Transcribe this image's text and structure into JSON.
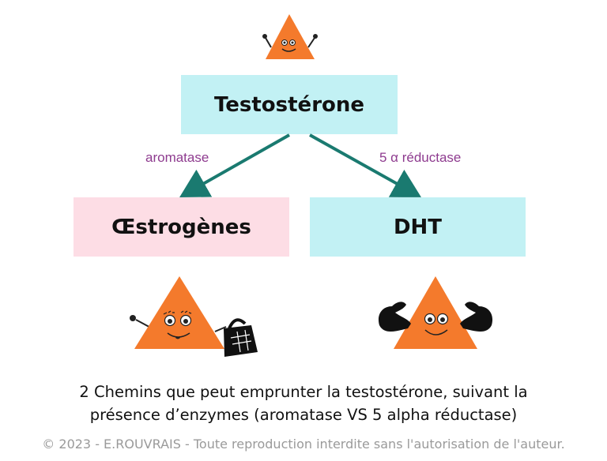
{
  "diagram": {
    "top_box": "Testostérone",
    "left_box": "Œstrogènes",
    "right_box": "DHT",
    "left_enzyme": "aromatase",
    "right_enzyme": "5 α réductase",
    "arrow_color": "#1a7a70",
    "triangle_color": "#f47a2c"
  },
  "caption": {
    "line1": "2 Chemins que peut emprunter la testostérone, suivant la",
    "line2": "présence d’enzymes (aromatase VS 5 alpha réductase)"
  },
  "copyright": "© 2023 - E.ROUVRAIS - Toute reproduction interdite sans l'autorisation de l'auteur."
}
